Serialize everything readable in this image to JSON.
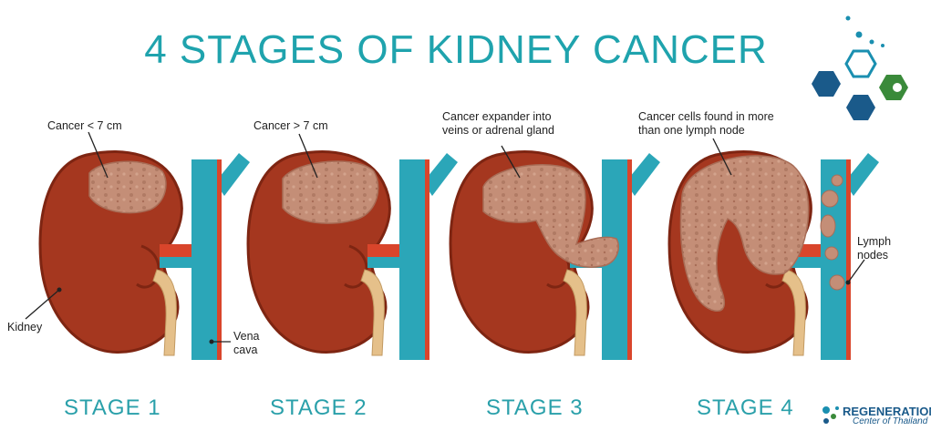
{
  "title": "4 STAGES OF KIDNEY CANCER",
  "stages": [
    {
      "label": "STAGE 1",
      "annotation": [
        "Cancer < 7 cm"
      ]
    },
    {
      "label": "STAGE 2",
      "annotation": [
        "Cancer > 7 cm"
      ]
    },
    {
      "label": "STAGE 3",
      "annotation": [
        "Cancer expander into",
        "veins or adrenal gland"
      ]
    },
    {
      "label": "STAGE 4",
      "annotation": [
        "Cancer cells found in more",
        "than one lymph node"
      ]
    }
  ],
  "labels": {
    "kidney": "Kidney",
    "vena_cava": [
      "Vena",
      "cava"
    ],
    "lymph_nodes": [
      "Lymph",
      "nodes"
    ]
  },
  "logo": {
    "line1": "REGENERATION",
    "line2": "Center of Thailand"
  },
  "colors": {
    "title": "#1fa3ad",
    "kidney": "#a5371f",
    "kidney_dark": "#7e2512",
    "tumor": "#c48e77",
    "vein": "#2ba6b8",
    "artery": "#d9452b",
    "ureter": "#e5c08a"
  }
}
